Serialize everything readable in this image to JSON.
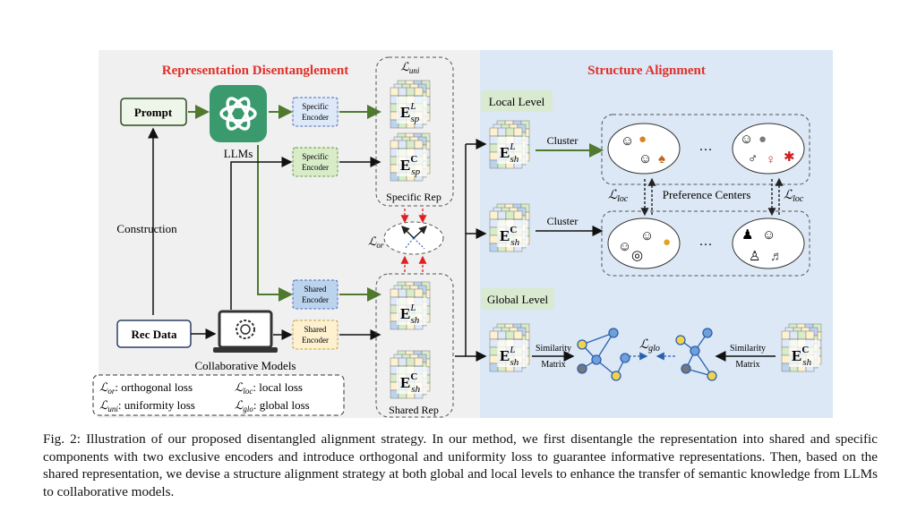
{
  "sections": {
    "left_title": "Representation Disentanglement",
    "right_title": "Structure Alignment",
    "title_color": "#e0302a"
  },
  "left": {
    "prompt": "Prompt",
    "llms": "LLMs",
    "construction": "Construction",
    "rec_data": "Rec Data",
    "collaborative_models": "Collaborative Models",
    "specific_encoder_1": [
      "Specific",
      "Encoder"
    ],
    "specific_encoder_2": [
      "Specific",
      "Encoder"
    ],
    "shared_encoder_1": [
      "Shared",
      "Encoder"
    ],
    "shared_encoder_2": [
      "Shared",
      "Encoder"
    ],
    "specific_rep": "Specific Rep",
    "shared_rep": "Shared Rep",
    "l_uni": "ℒ",
    "l_uni_sub": "uni",
    "l_or": "ℒ",
    "l_or_sub": "or",
    "e_sp_L_base": "E",
    "e_sp_L_sup": "L",
    "e_sp_L_sub": "sp",
    "e_sp_C_base": "E",
    "e_sp_C_sup": "C",
    "e_sp_C_sub": "sp",
    "e_sh_L_base": "E",
    "e_sh_L_sup": "L",
    "e_sh_L_sub": "sh",
    "e_sh_C_base": "E",
    "e_sh_C_sup": "C",
    "e_sh_C_sub": "sh"
  },
  "legend": {
    "or": "ℒ",
    "or_sub": "or",
    "or_text": ": orthogonal loss",
    "loc": "ℒ",
    "loc_sub": "loc",
    "loc_text": ": local loss",
    "uni": "ℒ",
    "uni_sub": "uni",
    "uni_text": ": uniformity loss",
    "glo": "ℒ",
    "glo_sub": "glo",
    "glo_text": ": global loss"
  },
  "right": {
    "local_level": "Local Level",
    "global_level": "Global Level",
    "cluster_1": "Cluster",
    "cluster_2": "Cluster",
    "preference_centers": "Preference Centers",
    "ellipsis_1": "…",
    "ellipsis_2": "…",
    "l_loc_left": "ℒ",
    "l_loc_left_sub": "loc",
    "l_loc_right": "ℒ",
    "l_loc_right_sub": "loc",
    "l_glo": "ℒ",
    "l_glo_sub": "glo",
    "sim_matrix_left": [
      "Similarity",
      "Matrix"
    ],
    "sim_matrix_right": [
      "Similarity",
      "Matrix"
    ],
    "e_local_L_base": "E",
    "e_local_L_sup": "L",
    "e_local_L_sub": "sh",
    "e_local_C_base": "E",
    "e_local_C_sup": "C",
    "e_local_C_sub": "sh",
    "e_global_L_base": "E",
    "e_global_L_sup": "L",
    "e_global_L_sub": "sh",
    "e_global_C_base": "E",
    "e_global_C_sup": "C",
    "e_global_C_sub": "sh"
  },
  "caption": "Fig. 2: Illustration of our proposed disentangled alignment strategy. In our method, we first disentangle the representation into shared and specific components with two exclusive encoders and introduce orthogonal and uniformity loss to guarantee informative representations. Then, based on the shared representation, we devise a structure alignment strategy at both global and local levels to enhance the transfer of semantic knowledge from LLMs to collaborative models.",
  "colors": {
    "left_bg": "#f0f0f0",
    "right_bg": "#dce8f5",
    "llm_green": "#3a9a6e",
    "arrow_green": "#4f7a2e",
    "level_label_bg": "#d9ead0",
    "specific_encoder_blue": "#dde8f8",
    "specific_encoder_green": "#d8ecc8",
    "shared_encoder_blue": "#bcd3ee",
    "shared_encoder_yellow": "#fdf1cf",
    "orth_red": "#e02020"
  }
}
